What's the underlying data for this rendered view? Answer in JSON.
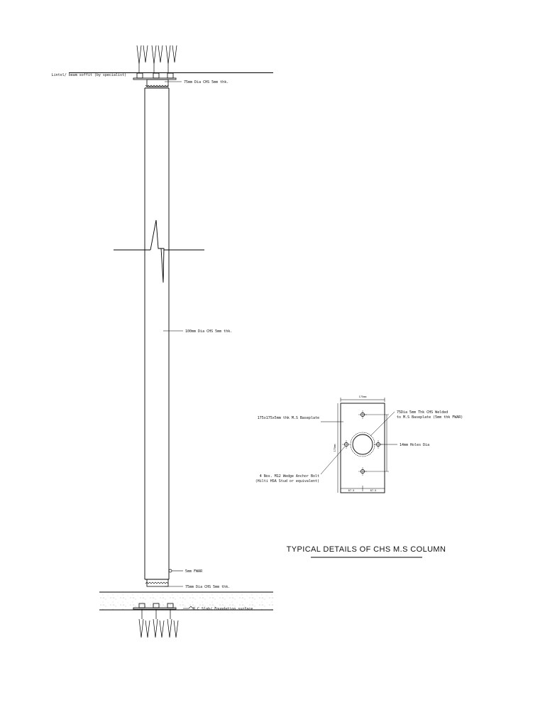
{
  "elevation": {
    "top_label": "Lintol/ beam soffit (by specialist)",
    "top_stub": "75mm Dia CHS 5mm thk.",
    "main_column": "100mm Dia CHS 5mm thk.",
    "weld": "5mm FWAR",
    "bottom_stub": "75mm Dia CHS 5mm thk.",
    "bottom_label": "R.C Slab/ Foundation surface"
  },
  "plan": {
    "top_dim": "175mm",
    "side_dim": "175mm",
    "bottom_dim_left": "87.5",
    "bottom_dim_right": "87.5",
    "baseplate": "175x175x5mm thk M.S Baseplate",
    "chs_line1": "75Dia 5mm Thk CHS Welded",
    "chs_line2": "to M.S Baseplate (5mm thk FWAR)",
    "holes": "14mm Holes Dia",
    "bolt_line1": "4 Nos. M12 Wedge Anchor Bolt",
    "bolt_line2": "(Hilti HSA Stud or equivalent)"
  },
  "title": "TYPICAL DETAILS OF CHS M.S COLUMN"
}
